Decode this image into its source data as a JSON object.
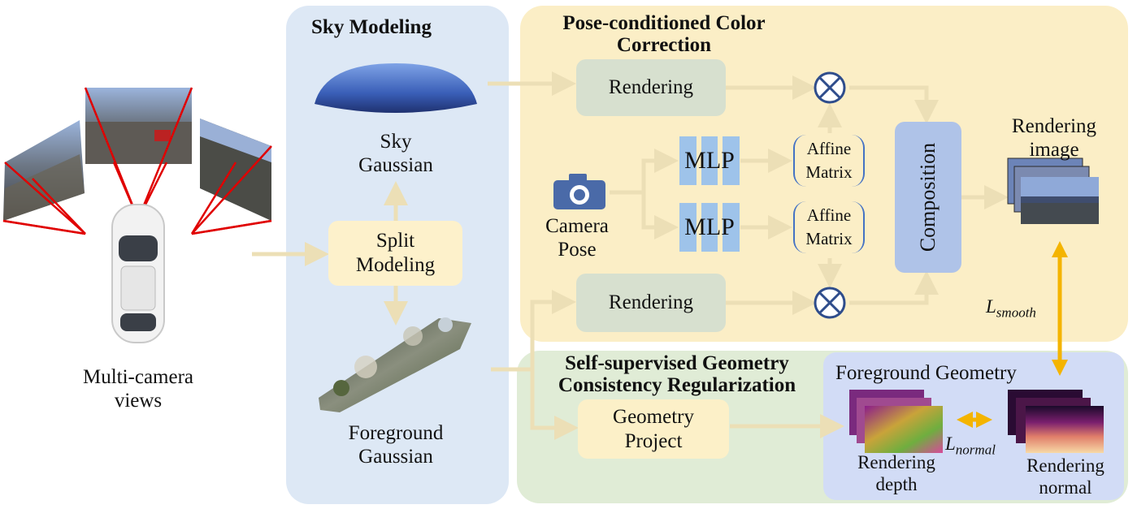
{
  "left": {
    "caption": "Multi-camera\nviews"
  },
  "sky_panel": {
    "title": "Sky Modeling",
    "sky_label": "Sky\nGaussian",
    "split_label": "Split\nModeling",
    "fg_label": "Foreground\nGaussian"
  },
  "pose_panel": {
    "title": "Pose-conditioned Color\nCorrection",
    "rendering_top": "Rendering",
    "rendering_bottom": "Rendering",
    "mlp_top": "MLP",
    "mlp_bottom": "MLP",
    "affine_top": "Affine\nMatrix",
    "affine_bottom": "Affine\nMatrix",
    "camera_label": "Camera\nPose",
    "composition": "Composition",
    "output_label": "Rendering\nimage"
  },
  "geo_panel": {
    "title": "Self-supervised Geometry\nConsistency Regularization",
    "project_label": "Geometry\nProject",
    "fg_geometry_title": "Foreground Geometry",
    "depth_label": "Rendering\ndepth",
    "normal_label": "Rendering\nnormal"
  },
  "losses": {
    "smooth_main": "L",
    "smooth_sub": "smooth",
    "normal_main": "L",
    "normal_sub": "normal"
  },
  "colors": {
    "arrow": "#ecdfb6",
    "double_arrow": "#f4b400",
    "otimes": "#2f4d8c",
    "camera": "#4a6aa8",
    "view_lines": "#e00000"
  }
}
